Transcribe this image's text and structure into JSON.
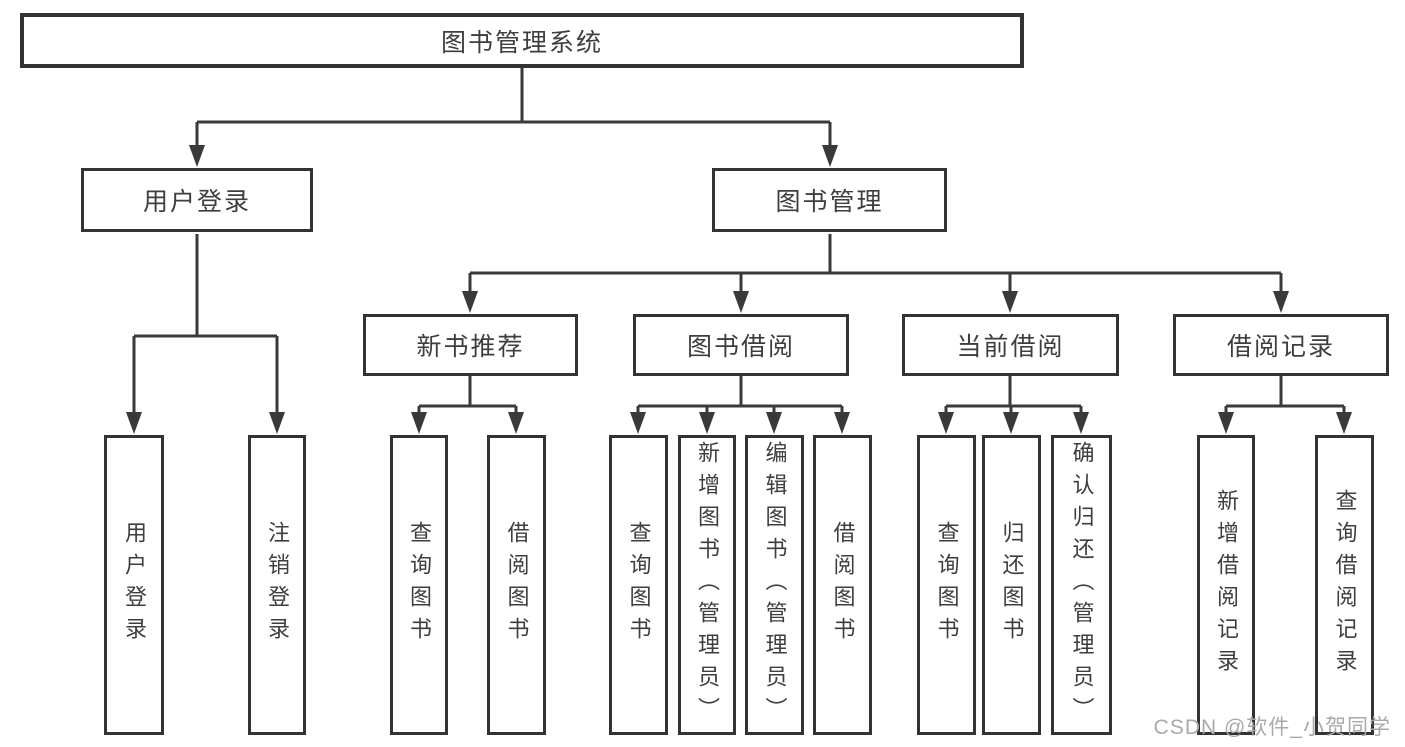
{
  "diagram": {
    "tree": {
      "label": "图书管理系统",
      "children": [
        {
          "label": "用户登录",
          "children": [
            {
              "label": "用户登录"
            },
            {
              "label": "注销登录"
            }
          ]
        },
        {
          "label": "图书管理",
          "children": [
            {
              "label": "新书推荐",
              "children": [
                {
                  "label": "查询图书"
                },
                {
                  "label": "借阅图书"
                }
              ]
            },
            {
              "label": "图书借阅",
              "children": [
                {
                  "label": "查询图书"
                },
                {
                  "label": "新增图书（管理员）"
                },
                {
                  "label": "编辑图书（管理员）"
                },
                {
                  "label": "借阅图书"
                }
              ]
            },
            {
              "label": "当前借阅",
              "children": [
                {
                  "label": "查询图书"
                },
                {
                  "label": "归还图书"
                },
                {
                  "label": "确认归还（管理员）"
                }
              ]
            },
            {
              "label": "借阅记录",
              "children": [
                {
                  "label": "新增借阅记录"
                },
                {
                  "label": "查询借阅记录"
                }
              ]
            }
          ]
        }
      ]
    },
    "colors": {
      "box_border": "#333333",
      "connector_line": "#3a3a3a",
      "text": "#3e3e3e",
      "watermark": "#a9a9a9",
      "background": "#ffffff"
    }
  },
  "watermark": {
    "text": "CSDN @软件_小贺同学"
  }
}
